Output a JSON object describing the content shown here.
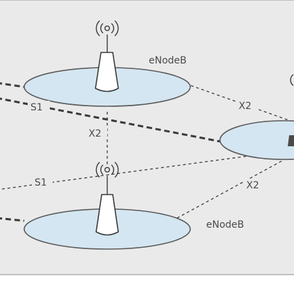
{
  "colors": {
    "panel_background": "#eaeaea",
    "panel_border": "#b0b0b0",
    "cell_fill": "#d4e6f1",
    "cell_stroke": "#5a5a5a",
    "line": "#3a3a3a",
    "text": "#4a4a4a"
  },
  "nodes": {
    "top": {
      "label": "eNodeB",
      "icon": "radio-waves-icon"
    },
    "bottom": {
      "label": "eNodeB",
      "icon": "radio-waves-icon"
    },
    "right": {
      "label": "",
      "icon": ""
    }
  },
  "links": {
    "s1_upper": "S1",
    "s1_lower": "S1",
    "x2_vertical": "X2",
    "x2_upper_right": "X2",
    "x2_lower_right": "X2"
  }
}
